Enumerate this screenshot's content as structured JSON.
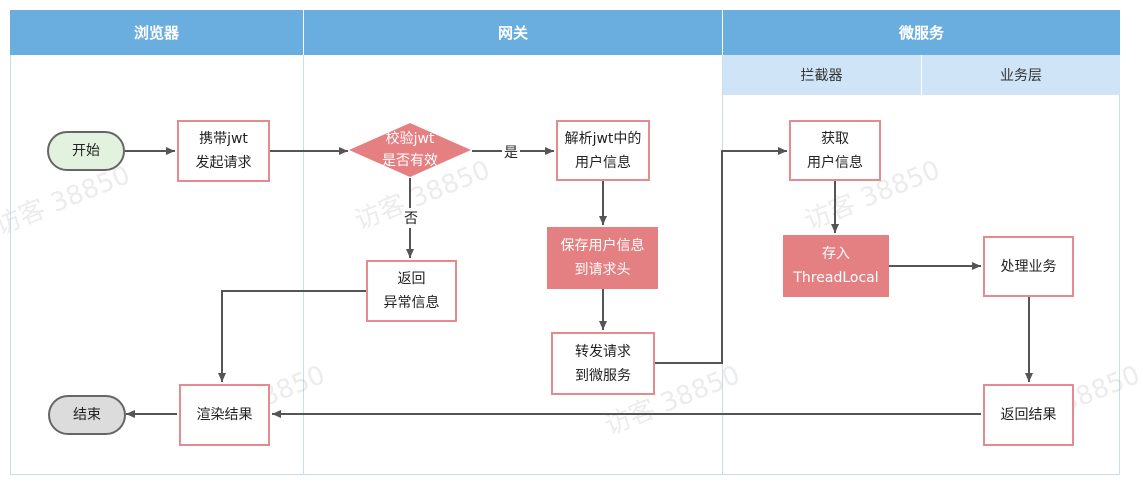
{
  "lanes": {
    "browser": "浏览器",
    "gateway": "网关",
    "microservice": "微服务",
    "interceptor": "拦截器",
    "business": "业务层"
  },
  "nodes": {
    "start": "开始",
    "carry_jwt": "携带jwt\n发起请求",
    "validate_jwt": "校验jwt\n是否有效",
    "parse_jwt": "解析jwt中的\n用户信息",
    "save_header": "保存用户信息\n到请求头",
    "forward": "转发请求\n到微服务",
    "return_error": "返回\n异常信息",
    "get_user": "获取\n用户信息",
    "store_threadlocal": "存入\nThreadLocal",
    "process_business": "处理业务",
    "return_result": "返回结果",
    "render_result": "渲染结果",
    "end": "结束"
  },
  "edge_labels": {
    "yes": "是",
    "no": "否"
  },
  "watermark": "访客 38850",
  "colors": {
    "lane_header": "#6aaee0",
    "sub_header": "#cfe4f6",
    "node_border": "#e58b8e",
    "node_fill": "#e58082",
    "start_fill": "#e3f2df",
    "end_fill": "#dcdcdc",
    "arrow": "#555555"
  }
}
